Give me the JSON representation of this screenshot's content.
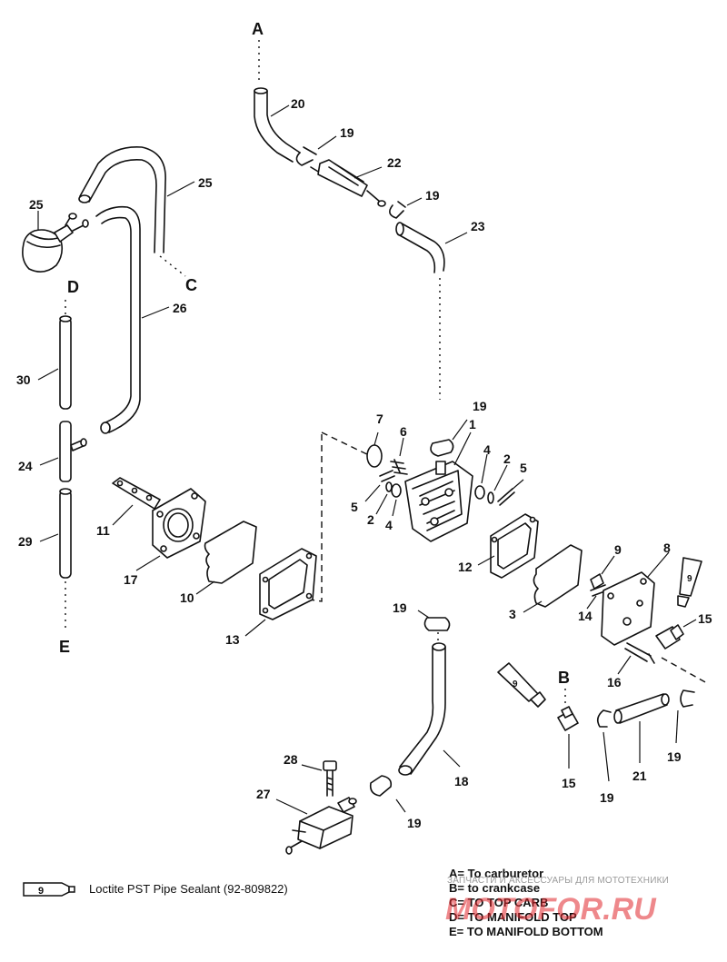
{
  "diagram": {
    "callouts": [
      "20",
      "19",
      "22",
      "19",
      "23",
      "25",
      "26",
      "25",
      "30",
      "24",
      "29",
      "7",
      "6",
      "19",
      "1",
      "4",
      "2",
      "5",
      "5",
      "2",
      "4",
      "11",
      "17",
      "10",
      "13",
      "12",
      "3",
      "9",
      "14",
      "8",
      "15",
      "16",
      "19",
      "18",
      "28",
      "27",
      "19",
      "15",
      "19",
      "21",
      "19"
    ],
    "connection_letters": [
      "A",
      "C",
      "D",
      "E",
      "B"
    ],
    "sealant_tube_label": "9"
  },
  "legend": {
    "icon_label": "9",
    "text": "Loctite PST Pipe Sealant (92-809822)"
  },
  "notes": [
    "A= To carburetor",
    "B= to crankcase",
    "C= TO TOP CARB",
    "D= TO MANIFOLD TOP",
    "E= TO MANIFOLD BOTTOM"
  ],
  "watermark": {
    "tagline": "ЗАПЧАСТИ И АКСЕССУАРЫ ДЛЯ МОТОТЕХНИКИ",
    "logo_text": "MOTOFOR.RU",
    "logo_color": "#e0272b"
  }
}
